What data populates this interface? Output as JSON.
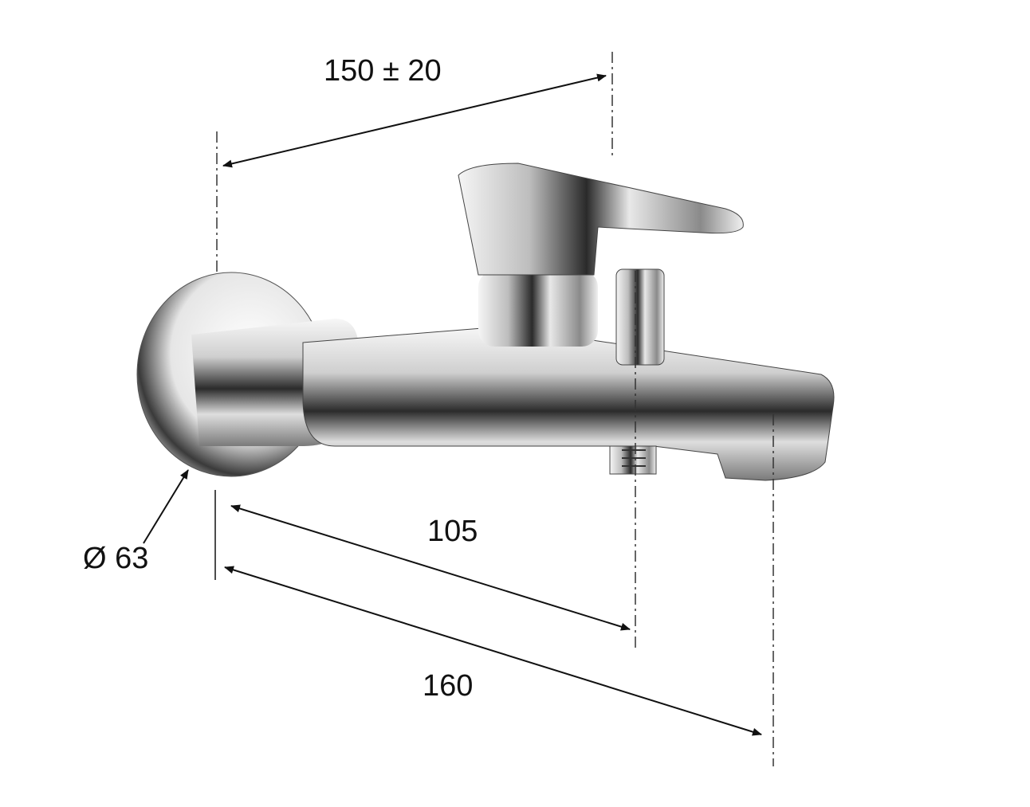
{
  "title": "Bath mixer dimension drawing",
  "dimensions": {
    "wall_spacing": "150 ± 20",
    "diverter_projection": "105",
    "spout_projection": "160",
    "rosette_diameter": "Ø 63"
  },
  "colors": {
    "line": "#111111",
    "chrome_dark": "#1a1a1a",
    "chrome_light": "#f4f4f4"
  }
}
